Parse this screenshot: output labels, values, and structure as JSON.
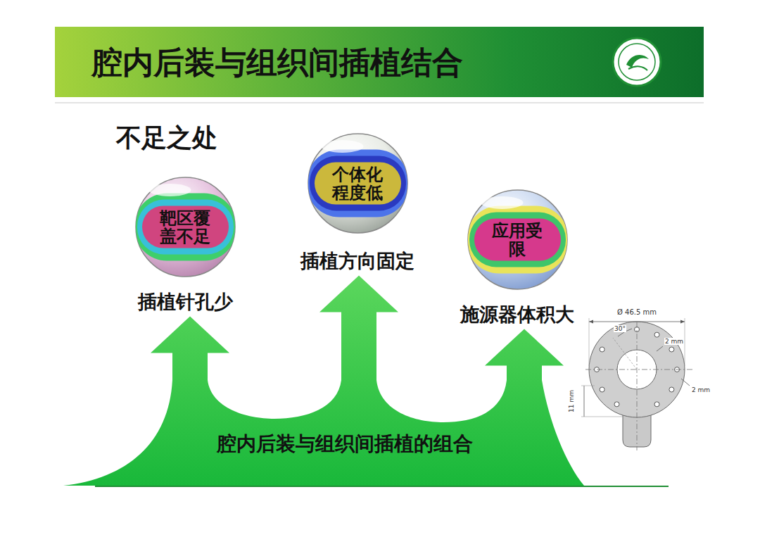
{
  "diagram": {
    "title": "腔内后装与组织间插植结合",
    "nodes": [
      {
        "text": [
          "靶区覆盖不足",
          "插植针孔少"
        ]
      },
      {
        "text": [
          "个体化程度低",
          "插植方向固定"
        ]
      },
      {
        "text": [
          "应用受限",
          "施源器体积大"
        ]
      },
      {
        "text": [
          "腔内后装与组织间插植的组合"
        ]
      }
    ],
    "edges": [
      {
        "from": 3,
        "to": 0,
        "arrow": "to"
      },
      {
        "from": 3,
        "to": 1,
        "arrow": "to"
      },
      {
        "from": 3,
        "to": 2,
        "arrow": "to"
      }
    ],
    "labels": [
      "不足之处",
      "Ø 46.5 mm",
      "30°",
      "2 mm",
      "2 mm",
      "11 mm"
    ]
  }
}
